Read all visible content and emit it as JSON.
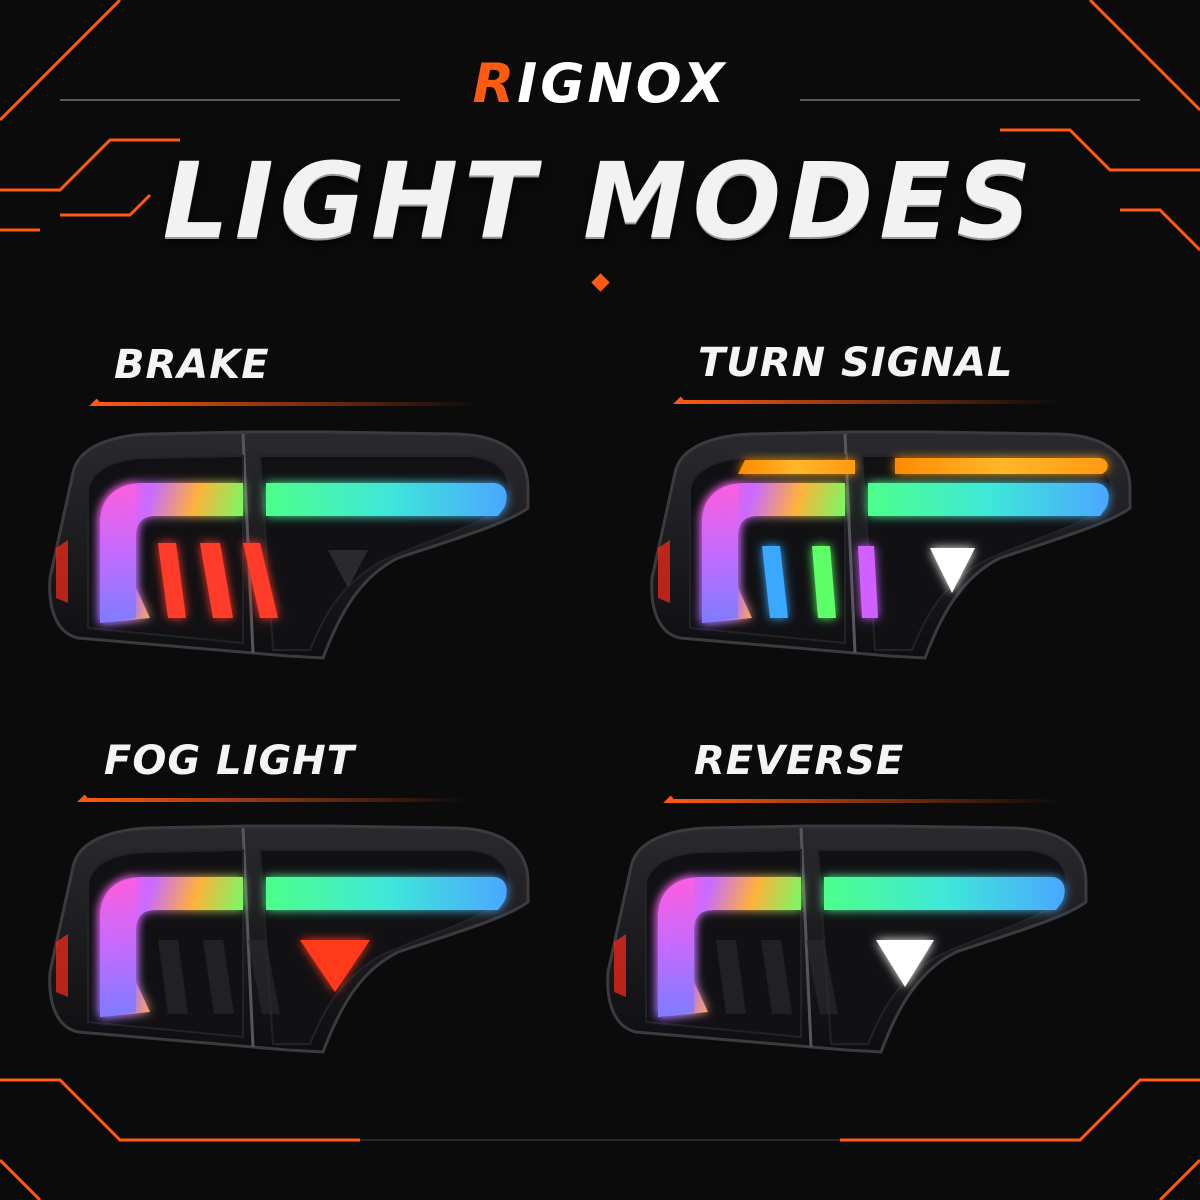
{
  "header": {
    "brand_first": "R",
    "brand_rest": "IGNOX",
    "title": "LIGHT MODES"
  },
  "modes": [
    {
      "label": "BRAKE"
    },
    {
      "label": "TURN SIGNAL"
    },
    {
      "label": "FOG LIGHT"
    },
    {
      "label": "REVERSE"
    }
  ],
  "colors": {
    "background": "#0b0b0c",
    "accent": "#ff5a12",
    "brake_red": "#ff3a2a",
    "amber": "#ffa21a",
    "white": "#ffffff"
  },
  "icons": {
    "divider": "diamond-icon"
  }
}
